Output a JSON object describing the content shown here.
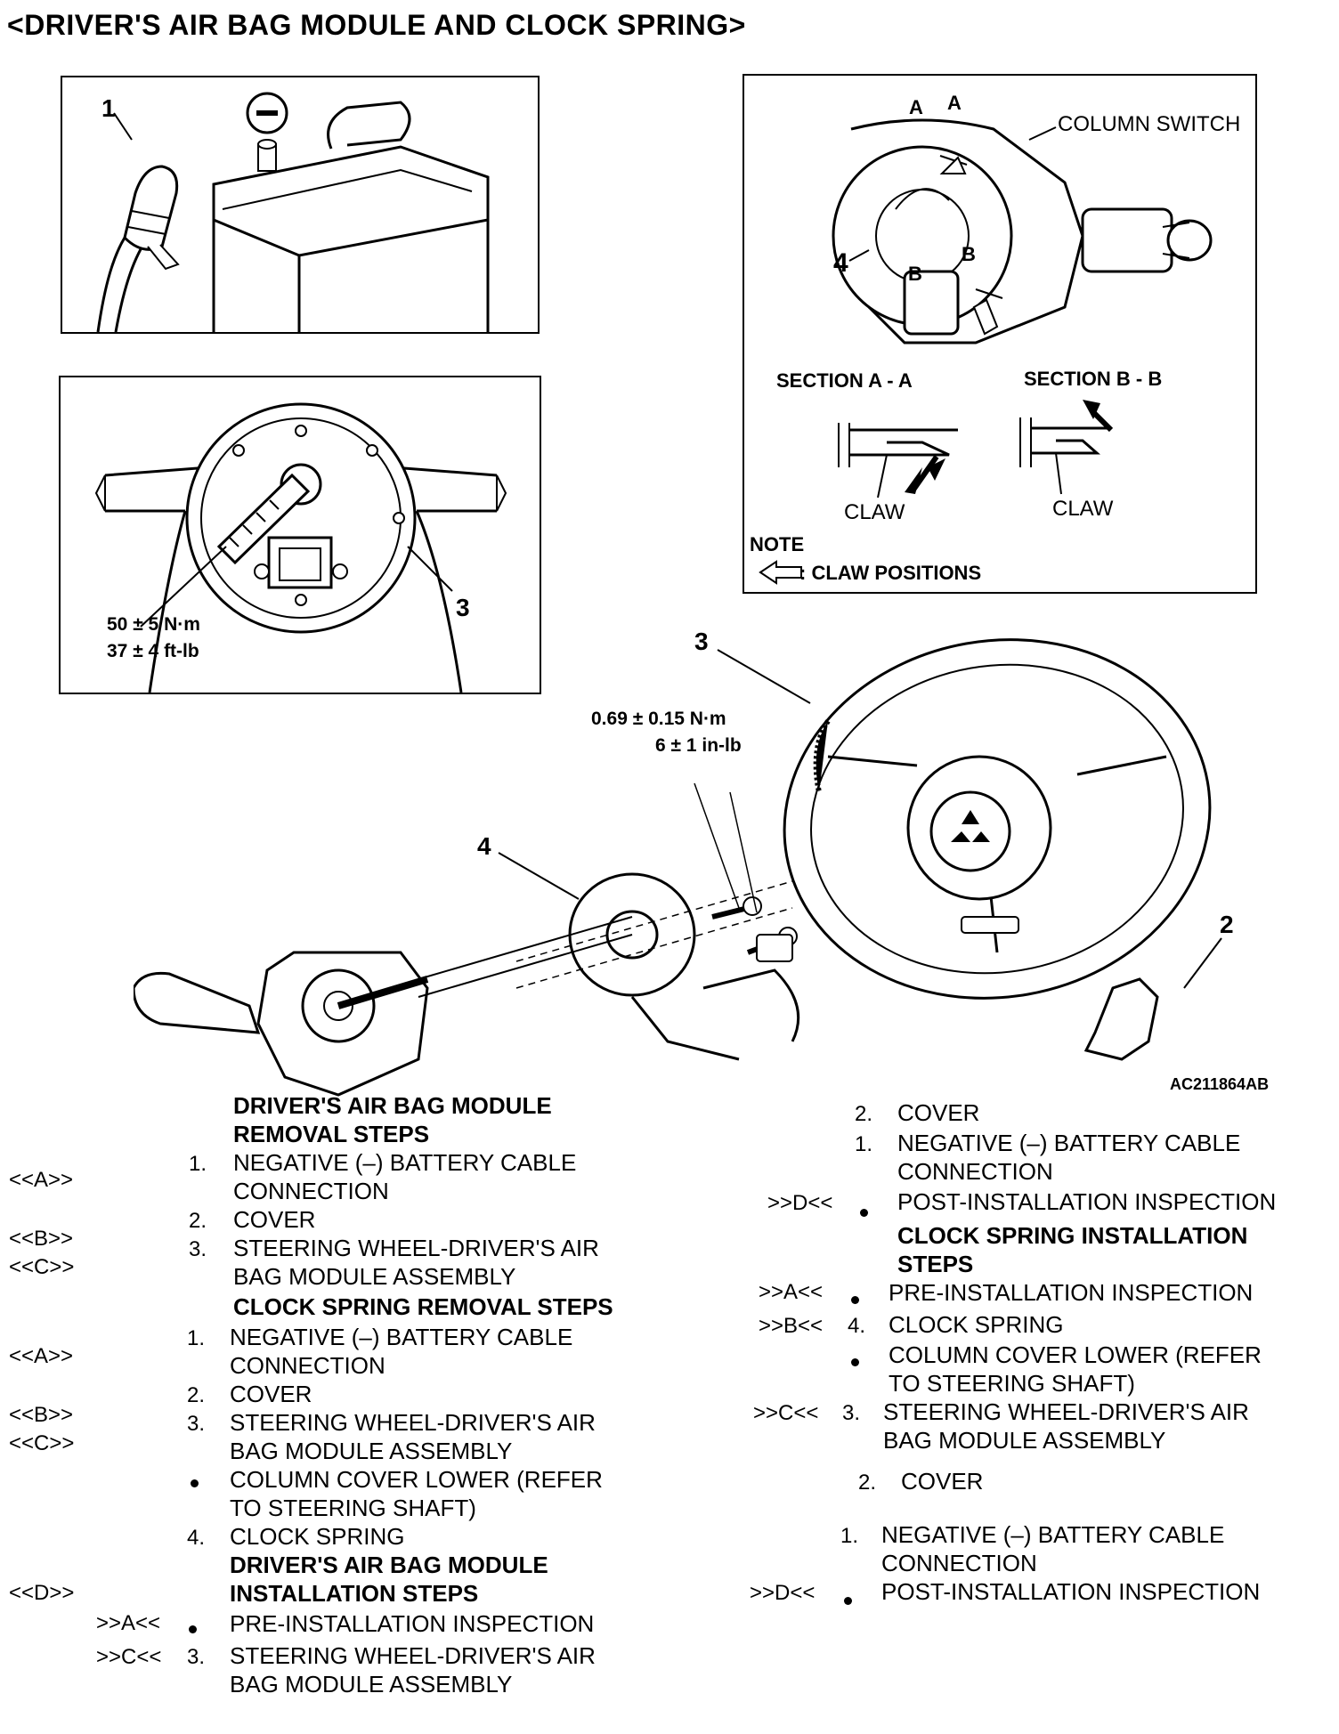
{
  "title": "<DRIVER'S AIR BAG MODULE AND CLOCK SPRING>",
  "figure": {
    "panel1": {
      "callout": "1",
      "minus_symbol": "−"
    },
    "panel2": {
      "callout": "3",
      "torque_line1": "50 ± 5 N·m",
      "torque_line2": "37 ± 4 ft-lb"
    },
    "panel3": {
      "callout_4": "4",
      "label_a1": "A",
      "label_a2": "A",
      "label_b1": "B",
      "label_b2": "B",
      "column_switch": "COLUMN SWITCH",
      "section_aa": "SECTION A - A",
      "section_bb": "SECTION B - B",
      "claw1": "CLAW",
      "claw2": "CLAW",
      "note": "NOTE",
      "note_text": ": CLAW POSITIONS"
    },
    "main": {
      "callout_3": "3",
      "callout_4": "4",
      "callout_2": "2",
      "torque_line1": "0.69 ± 0.15 N·m",
      "torque_line2": "6 ± 1 in-lb",
      "figure_id": "AC211864AB"
    }
  },
  "left_column": {
    "heading1_line1": "DRIVER'S AIR BAG MODULE",
    "heading1_line2": "REMOVAL STEPS",
    "r1_code": "<<A>>",
    "r1_num": "1.",
    "r1_line1": "NEGATIVE (–) BATTERY CABLE",
    "r1_line2": "CONNECTION",
    "r2_num": "2.",
    "r2_text": "COVER",
    "r3_code1": "<<B>>",
    "r3_code2": "<<C>>",
    "r3_num": "3.",
    "r3_line1": "STEERING WHEEL-DRIVER'S AIR",
    "r3_line2": "BAG MODULE ASSEMBLY",
    "heading2": "CLOCK SPRING REMOVAL STEPS",
    "c1_code": "<<A>>",
    "c1_num": "1.",
    "c1_line1": "NEGATIVE (–) BATTERY CABLE",
    "c1_line2": "CONNECTION",
    "c2_num": "2.",
    "c2_text": "COVER",
    "c3_code1": "<<B>>",
    "c3_code2": "<<C>>",
    "c3_num": "3.",
    "c3_line1": "STEERING WHEEL-DRIVER'S AIR",
    "c3_line2": "BAG MODULE ASSEMBLY",
    "c4_line1": "COLUMN COVER LOWER (REFER",
    "c4_line2": "TO STEERING SHAFT)",
    "c5_code": "<<D>>",
    "c5_num": "4.",
    "c5_text": "CLOCK SPRING",
    "heading3_line1": "DRIVER'S AIR BAG MODULE",
    "heading3_line2": "INSTALLATION STEPS",
    "i1_code": ">>A<<",
    "i1_text": "PRE-INSTALLATION INSPECTION",
    "i2_code": ">>C<<",
    "i2_num": "3.",
    "i2_line1": "STEERING WHEEL-DRIVER'S AIR",
    "i2_line2": "BAG MODULE ASSEMBLY"
  },
  "right_column": {
    "a1_num": "2.",
    "a1_text": "COVER",
    "a2_num": "1.",
    "a2_line1": "NEGATIVE (–) BATTERY CABLE",
    "a2_line2": "CONNECTION",
    "a3_code": ">>D<<",
    "a3_text": "POST-INSTALLATION INSPECTION",
    "heading_line1": "CLOCK SPRING INSTALLATION",
    "heading_line2": "STEPS",
    "b1_code": ">>A<<",
    "b1_text": "PRE-INSTALLATION INSPECTION",
    "b2_code": ">>B<<",
    "b2_num": "4.",
    "b2_text": "CLOCK SPRING",
    "b3_line1": "COLUMN COVER LOWER (REFER",
    "b3_line2": "TO STEERING SHAFT)",
    "b4_code": ">>C<<",
    "b4_num": "3.",
    "b4_line1": "STEERING WHEEL-DRIVER'S AIR",
    "b4_line2": "BAG MODULE ASSEMBLY",
    "b5_num": "2.",
    "b5_text": "COVER",
    "b6_num": "1.",
    "b6_line1": "NEGATIVE (–) BATTERY CABLE",
    "b6_line2": "CONNECTION",
    "b7_code": ">>D<<",
    "b7_text": "POST-INSTALLATION INSPECTION"
  }
}
